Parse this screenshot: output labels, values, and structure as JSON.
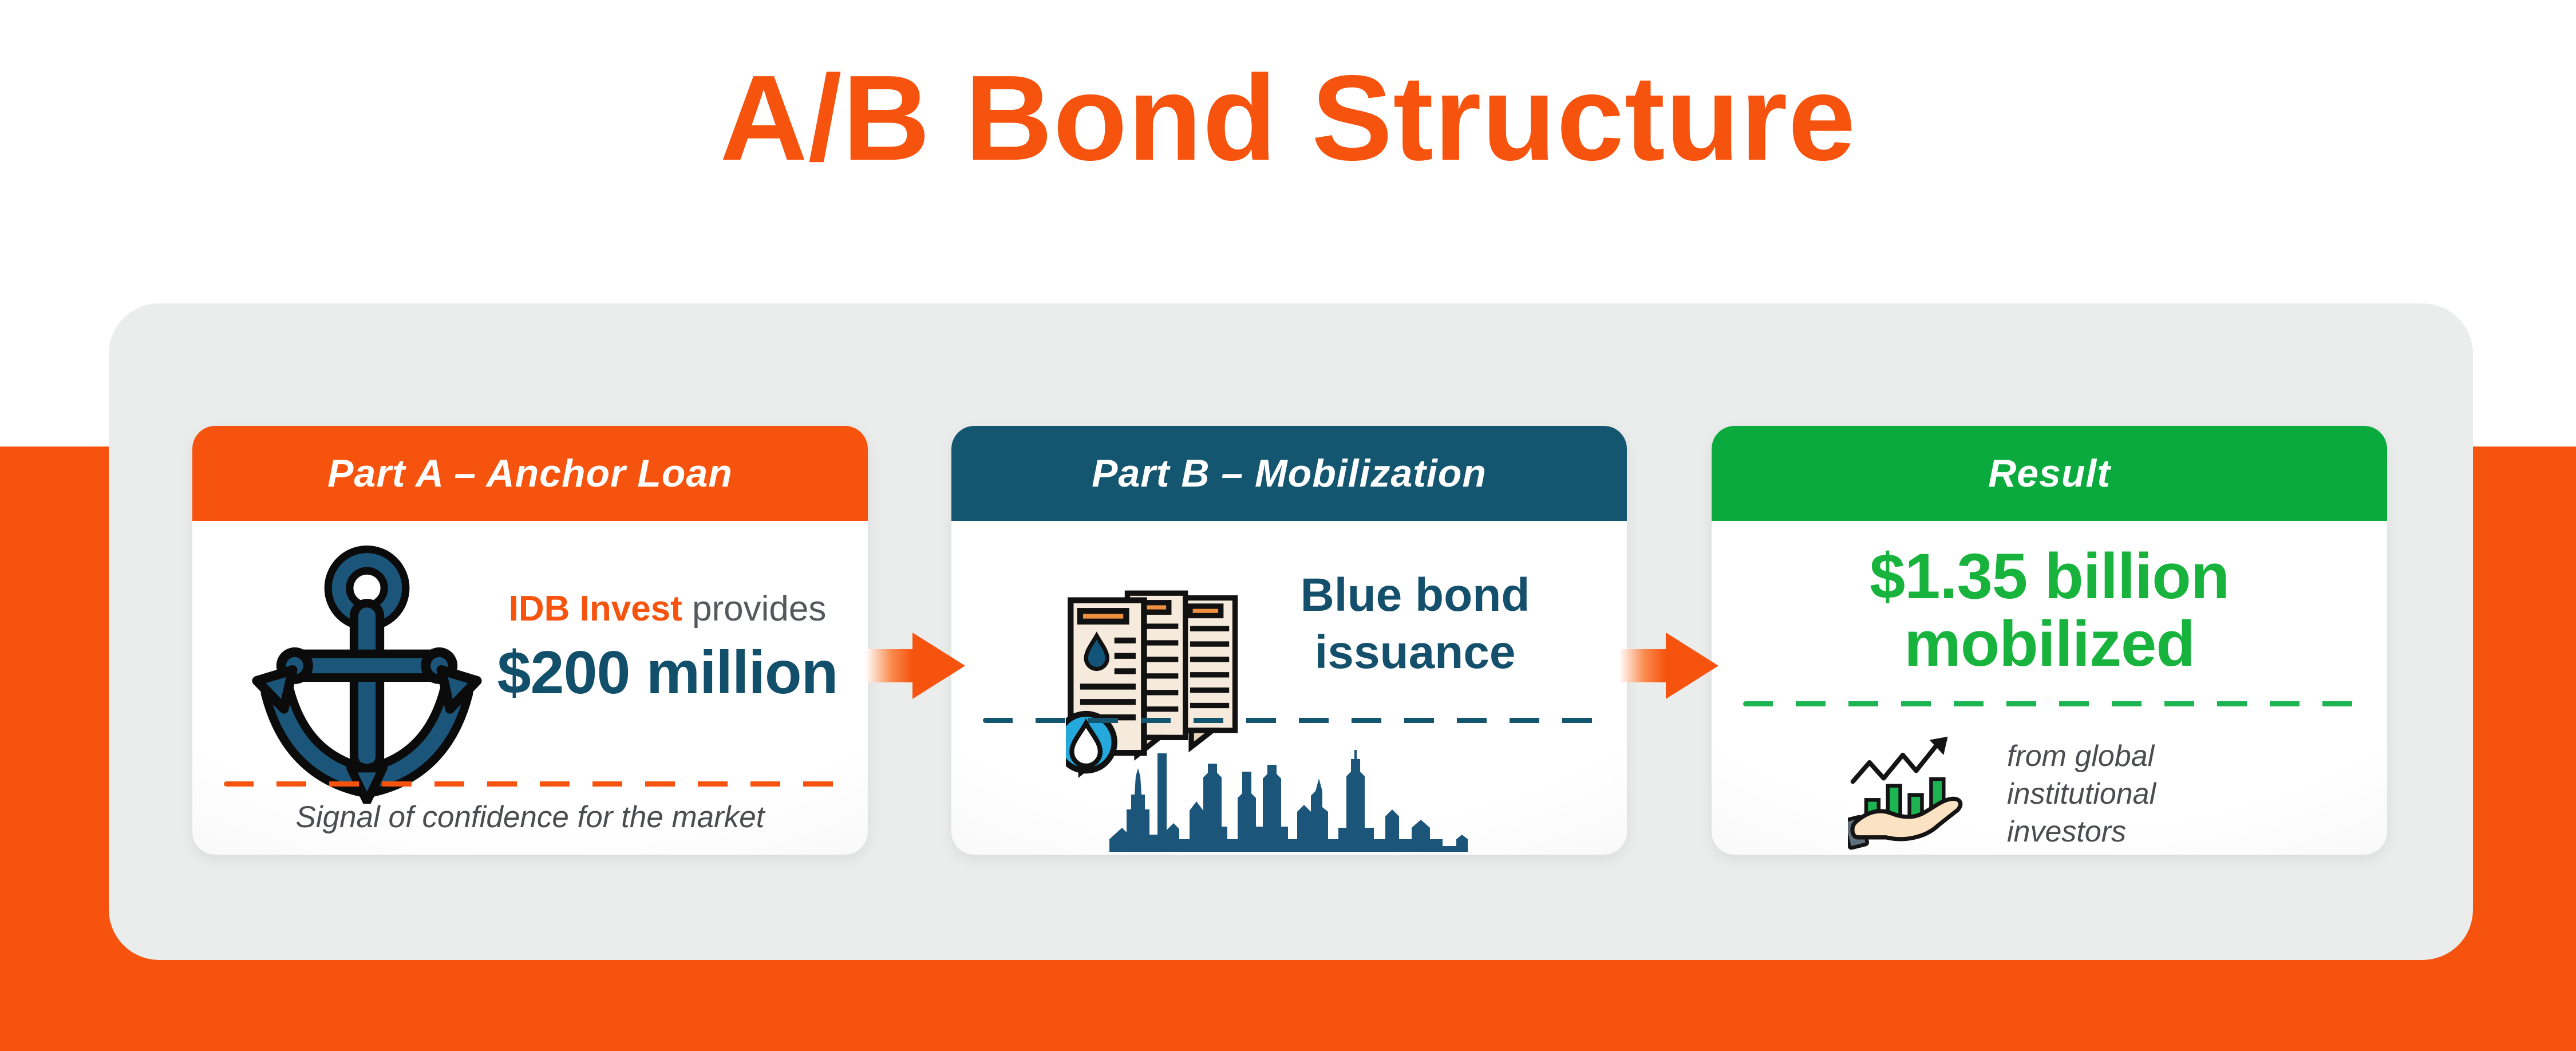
{
  "page": {
    "title": "A/B Bond Structure"
  },
  "colors": {
    "accent_orange": "#F6530E",
    "teal_header": "#14566F",
    "teal_text": "#124F6B",
    "green_header": "#0AAA3E",
    "green_text": "#17B33C",
    "caption_gray": "#4A4C4F",
    "container_gray": "#EBECEC"
  },
  "cards": {
    "part_a": {
      "header": "Part A – Anchor Loan",
      "line1_brand": "IDB Invest",
      "line1_rest": " provides",
      "amount": "$200 million",
      "caption": "Signal of confidence for the market",
      "icon": "anchor-icon"
    },
    "part_b": {
      "header": "Part B – Mobilization",
      "headline_line1": "Blue bond",
      "headline_line2": "issuance",
      "icon": "blue-bond-documents-icon",
      "footer_icon": "city-skyline-icon"
    },
    "result": {
      "header": "Result",
      "headline_line1": "$1.35 billion",
      "headline_line2": "mobilized",
      "caption_lines": [
        "from global",
        "institutional",
        "investors"
      ],
      "icon": "growth-hand-icon"
    }
  }
}
